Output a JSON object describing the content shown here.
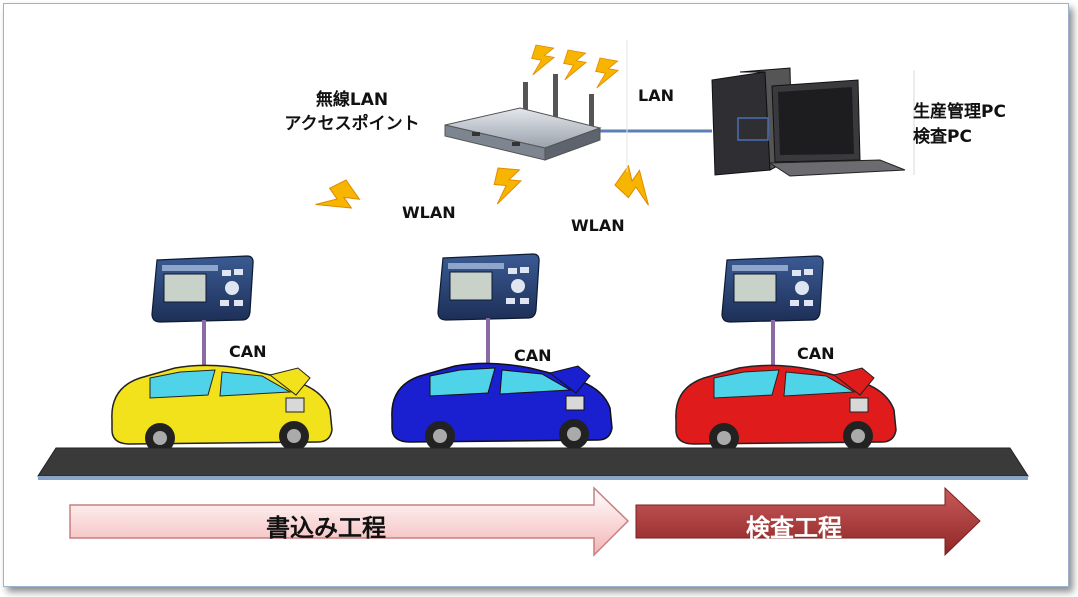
{
  "access_point": {
    "label_line1": "無線LAN",
    "label_line2": "アクセスポイント"
  },
  "pc": {
    "label_line1": "生産管理PC",
    "label_line2": "検査PC"
  },
  "links": {
    "lan": "LAN",
    "wlan_left": "WLAN",
    "wlan_right": "WLAN"
  },
  "stations": [
    {
      "can_label": "CAN",
      "car_color": "#f2e21c"
    },
    {
      "can_label": "CAN",
      "car_color": "#1a1fd0"
    },
    {
      "can_label": "CAN",
      "car_color": "#e01b1b"
    }
  ],
  "process": {
    "write_label": "書込み工程",
    "inspect_label": "検査工程"
  },
  "colors": {
    "lightning": "#f7b500",
    "conveyor": "#3a3a3a",
    "write_arrow": "#f7c6c6",
    "inspect_arrow": "#a33535",
    "lan_cable": "#5b7fb5",
    "can_cable": "#8c6aa6"
  }
}
